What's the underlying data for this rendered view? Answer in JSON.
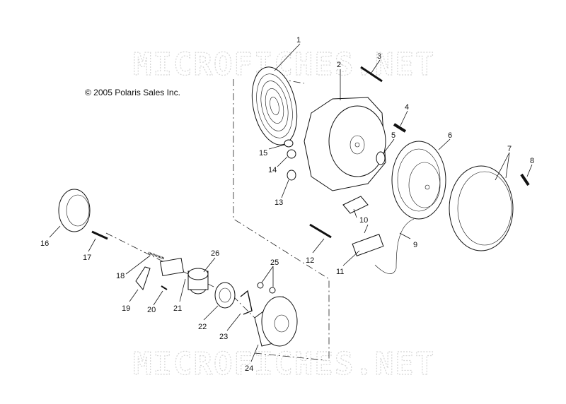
{
  "copyright": "© 2005 Polaris Sales Inc.",
  "watermark_top": "MICROFICHES.NET",
  "watermark_bottom": "MICROFICHES.NET",
  "callouts": [
    "1",
    "2",
    "3",
    "4",
    "5",
    "6",
    "7",
    "8",
    "9",
    "10",
    "11",
    "12",
    "13",
    "14",
    "15",
    "16",
    "17",
    "18",
    "19",
    "20",
    "21",
    "22",
    "23",
    "24",
    "25",
    "26"
  ]
}
